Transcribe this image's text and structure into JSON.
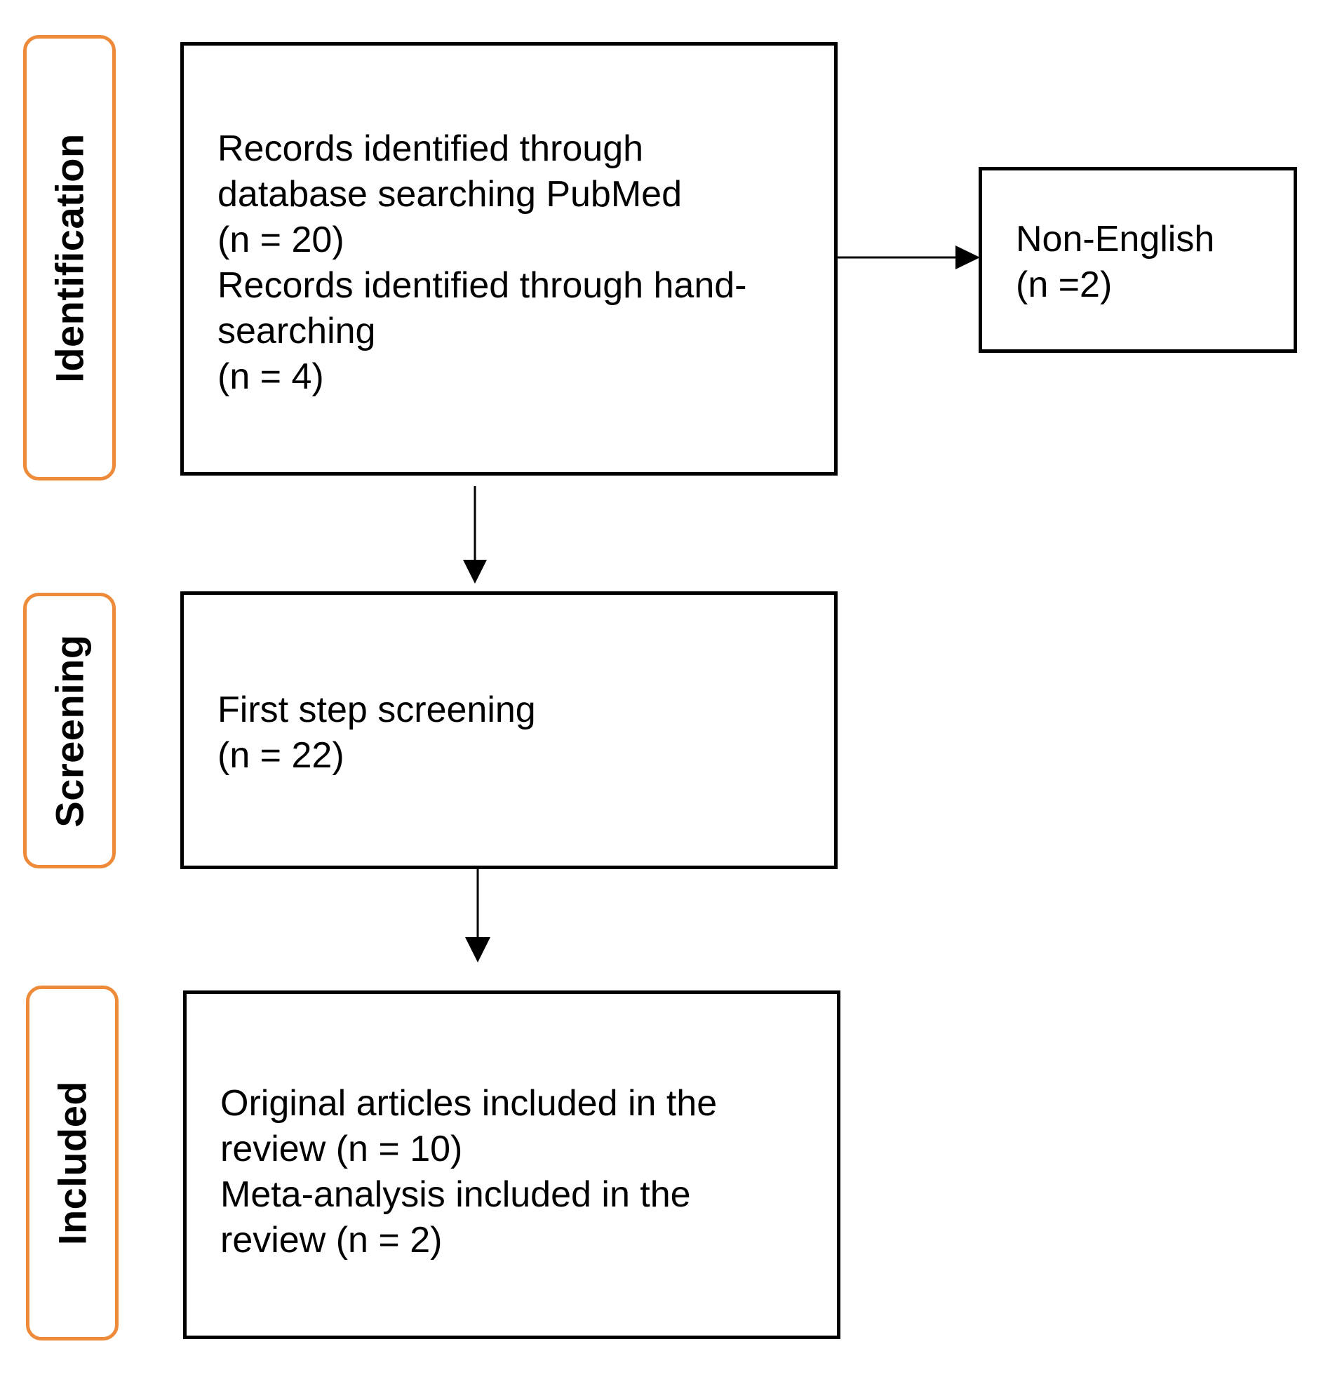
{
  "phases": {
    "identification": "Identification",
    "screening": "Screening",
    "included": "Included"
  },
  "boxes": {
    "identification": {
      "lines": [
        "Records identified through",
        "database searching PubMed",
        "(n = 20)",
        "Records identified through hand-",
        "searching",
        "(n = 4)"
      ]
    },
    "excluded": {
      "lines": [
        "Non-English",
        "(n =2)"
      ]
    },
    "screening": {
      "lines": [
        "First step screening",
        "(n = 22)"
      ]
    },
    "included": {
      "lines": [
        "Original articles included in the",
        "review (n = 10)",
        "Meta-analysis included in the",
        "review (n = 2)"
      ]
    }
  },
  "colors": {
    "phase_border": "#ee8b3a",
    "box_border": "#000000"
  }
}
